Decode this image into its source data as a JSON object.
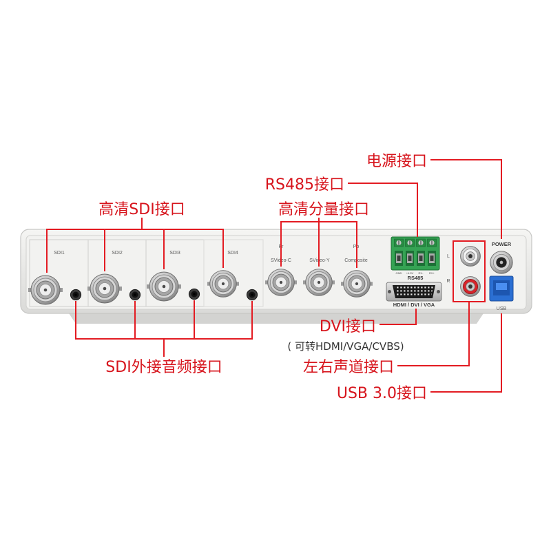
{
  "annotations": {
    "power": "电源接口",
    "rs485": "RS485接口",
    "hd_sdi": "高清SDI接口",
    "hd_component": "高清分量接口",
    "dvi": "DVI接口",
    "dvi_note": "( 可转HDMI/VGA/CVBS)",
    "audio_lr": "左右声道接口",
    "usb": "USB 3.0接口",
    "sdi_audio": "SDI外接音频接口"
  },
  "panel": {
    "sdi": [
      "SDI1",
      "SDI2",
      "SDI3",
      "SDI4"
    ],
    "component": {
      "pr": "Pr",
      "svideo_c": "SVideo-C",
      "svideo_y": "SVideo-Y",
      "pb": "Pb",
      "composite": "Composite"
    },
    "rs485": {
      "pins": [
        "GND",
        "+4.5V",
        "RX-",
        "RX+"
      ],
      "label": "RS485"
    },
    "dvi_label": "HDMI / DVI / VGA",
    "audio": {
      "left": "L",
      "right": "R"
    },
    "power_label": "POWER",
    "usb_label": "USB"
  },
  "colors": {
    "annotation_text": "#d7141c",
    "leader_line": "#e31b22",
    "note_text": "#333333",
    "terminal_block": "#35a354",
    "usb_port": "#2b6fd3",
    "rca_right": "#d8232a"
  }
}
